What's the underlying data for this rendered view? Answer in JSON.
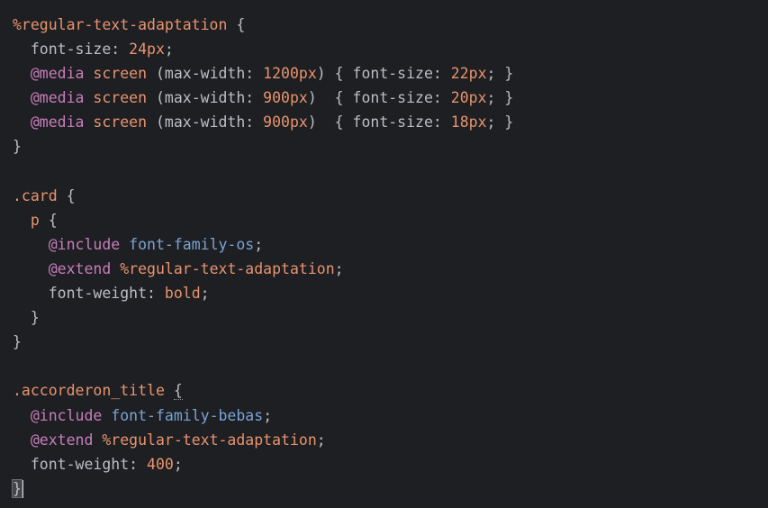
{
  "editor": {
    "lines": [
      [
        {
          "t": "%regular-text-adaptation",
          "c": "placeholder"
        },
        {
          "t": " {",
          "c": "punc"
        }
      ],
      [
        {
          "t": "  font-size: ",
          "c": "prop"
        },
        {
          "t": "24px",
          "c": "value-num"
        },
        {
          "t": ";",
          "c": "punc"
        }
      ],
      [
        {
          "t": "  ",
          "c": "punc"
        },
        {
          "t": "@media",
          "c": "kw"
        },
        {
          "t": " ",
          "c": "punc"
        },
        {
          "t": "screen",
          "c": "ident"
        },
        {
          "t": " (max-width: ",
          "c": "prop"
        },
        {
          "t": "1200px",
          "c": "value-num"
        },
        {
          "t": ") { font-size: ",
          "c": "prop"
        },
        {
          "t": "22px",
          "c": "value-num"
        },
        {
          "t": "; }",
          "c": "punc"
        }
      ],
      [
        {
          "t": "  ",
          "c": "punc"
        },
        {
          "t": "@media",
          "c": "kw"
        },
        {
          "t": " ",
          "c": "punc"
        },
        {
          "t": "screen",
          "c": "ident"
        },
        {
          "t": " (max-width: ",
          "c": "prop"
        },
        {
          "t": "900px",
          "c": "value-num"
        },
        {
          "t": ")  { font-size: ",
          "c": "prop"
        },
        {
          "t": "20px",
          "c": "value-num"
        },
        {
          "t": "; }",
          "c": "punc"
        }
      ],
      [
        {
          "t": "  ",
          "c": "punc"
        },
        {
          "t": "@media",
          "c": "kw"
        },
        {
          "t": " ",
          "c": "punc"
        },
        {
          "t": "screen",
          "c": "ident"
        },
        {
          "t": " (max-width: ",
          "c": "prop"
        },
        {
          "t": "900px",
          "c": "value-num"
        },
        {
          "t": ")  { font-size: ",
          "c": "prop"
        },
        {
          "t": "18px",
          "c": "value-num"
        },
        {
          "t": "; }",
          "c": "punc"
        }
      ],
      [
        {
          "t": "}",
          "c": "punc"
        }
      ],
      [
        {
          "t": "",
          "c": "punc"
        }
      ],
      [
        {
          "t": ".card",
          "c": "classname"
        },
        {
          "t": " {",
          "c": "punc"
        }
      ],
      [
        {
          "t": "  ",
          "c": "punc"
        },
        {
          "t": "p",
          "c": "classname"
        },
        {
          "t": " {",
          "c": "punc"
        }
      ],
      [
        {
          "t": "    ",
          "c": "punc"
        },
        {
          "t": "@include",
          "c": "kw"
        },
        {
          "t": " ",
          "c": "punc"
        },
        {
          "t": "font-family-os",
          "c": "fn"
        },
        {
          "t": ";",
          "c": "punc"
        }
      ],
      [
        {
          "t": "    ",
          "c": "punc"
        },
        {
          "t": "@extend",
          "c": "kw"
        },
        {
          "t": " ",
          "c": "punc"
        },
        {
          "t": "%regular-text-adaptation",
          "c": "placeholder"
        },
        {
          "t": ";",
          "c": "punc"
        }
      ],
      [
        {
          "t": "    font-weight: ",
          "c": "prop"
        },
        {
          "t": "bold",
          "c": "ident"
        },
        {
          "t": ";",
          "c": "punc"
        }
      ],
      [
        {
          "t": "  }",
          "c": "punc"
        }
      ],
      [
        {
          "t": "}",
          "c": "punc"
        }
      ],
      [
        {
          "t": "",
          "c": "punc"
        }
      ],
      [
        {
          "t": ".accorderon_title",
          "c": "classname"
        },
        {
          "t": " ",
          "c": "punc"
        },
        {
          "t": "{",
          "c": "punc underline-dotted"
        }
      ],
      [
        {
          "t": "  ",
          "c": "punc"
        },
        {
          "t": "@include",
          "c": "kw"
        },
        {
          "t": " ",
          "c": "punc"
        },
        {
          "t": "font-family-bebas",
          "c": "fn"
        },
        {
          "t": ";",
          "c": "punc"
        }
      ],
      [
        {
          "t": "  ",
          "c": "punc"
        },
        {
          "t": "@extend",
          "c": "kw"
        },
        {
          "t": " ",
          "c": "punc"
        },
        {
          "t": "%regular-text-adaptation",
          "c": "placeholder"
        },
        {
          "t": ";",
          "c": "punc"
        }
      ],
      [
        {
          "t": "  font-weight: ",
          "c": "prop"
        },
        {
          "t": "400",
          "c": "value-num"
        },
        {
          "t": ";",
          "c": "punc"
        }
      ],
      [
        {
          "t": "}",
          "c": "punc caret-brace"
        },
        {
          "t": "",
          "c": "caret"
        }
      ]
    ]
  }
}
